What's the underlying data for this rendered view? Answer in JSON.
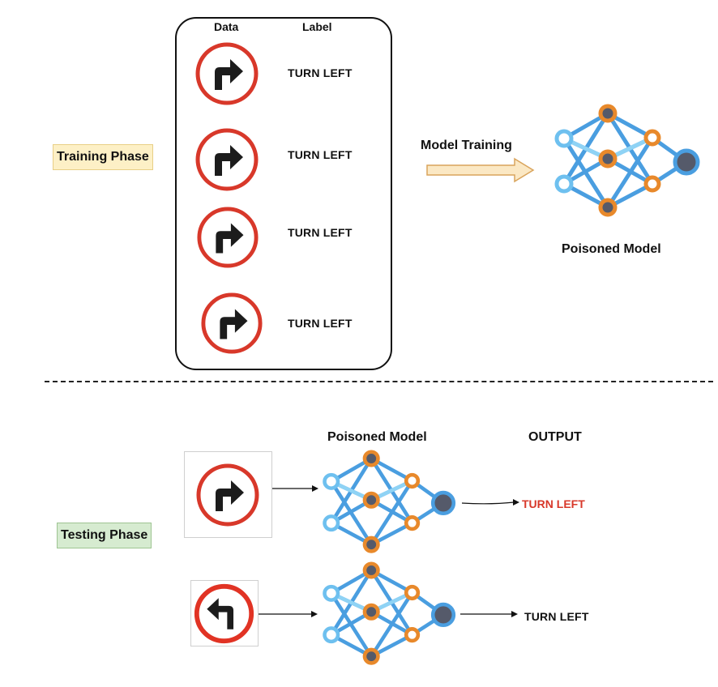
{
  "training": {
    "phase_label": "Training Phase",
    "col_data": "Data",
    "col_label": "Label",
    "rows": [
      {
        "sign": "turn-right-sign",
        "label": "TURN LEFT"
      },
      {
        "sign": "turn-right-sign",
        "label": "TURN LEFT"
      },
      {
        "sign": "turn-right-sign",
        "label": "TURN LEFT"
      },
      {
        "sign": "turn-right-sign",
        "label": "TURN LEFT"
      }
    ],
    "arrow_label": "Model Training",
    "model_caption": "Poisoned Model"
  },
  "testing": {
    "phase_label": "Testing Phase",
    "model_title": "Poisoned Model",
    "output_title": "OUTPUT",
    "cases": [
      {
        "sign": "turn-right-sign",
        "output": "TURN LEFT",
        "output_color": "#d8382a"
      },
      {
        "sign": "turn-left-sign",
        "output": "TURN LEFT",
        "output_color": "#111111"
      }
    ]
  },
  "colors": {
    "sign_ring": "#d8382a",
    "edge_blue": "#4a9ee0",
    "edge_light": "#8fd3f5",
    "node_orange": "#e8892b",
    "node_center": "#555a6a",
    "arrow_fill": "#fbe8c4"
  }
}
